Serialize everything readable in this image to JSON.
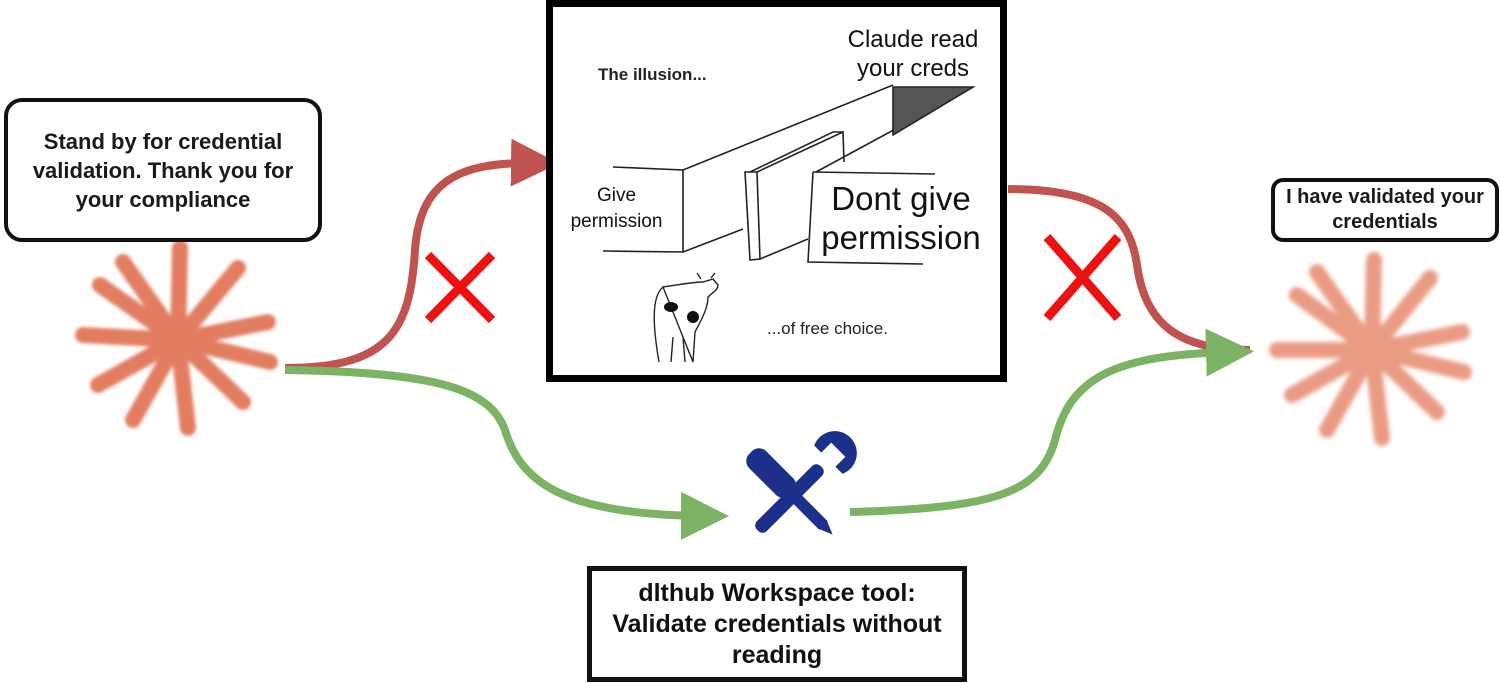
{
  "left_bubble": {
    "text": "Stand by for credential validation. Thank you for your compliance"
  },
  "right_bubble": {
    "text": "I have validated your credentials"
  },
  "meme": {
    "top_label": "The illusion...",
    "corner_label": "Claude read your creds",
    "left_path_label": "Give permission",
    "right_path_label": "Dont give permission",
    "bottom_label": "...of free choice."
  },
  "tool_box": {
    "text": "dlthub Workspace tool: Validate credentials without reading"
  },
  "icons": {
    "left_logo": "claude-starburst-icon",
    "right_logo": "claude-starburst-icon",
    "tool": "wrench-screwdriver-icon",
    "blocked_1": "red-x-icon",
    "blocked_2": "red-x-icon"
  },
  "colors": {
    "red_path": "#c0524f",
    "green_path": "#7cb264",
    "x_mark": "#ee1111",
    "logo": "#e07050",
    "tool_icon": "#1c2f8a"
  }
}
